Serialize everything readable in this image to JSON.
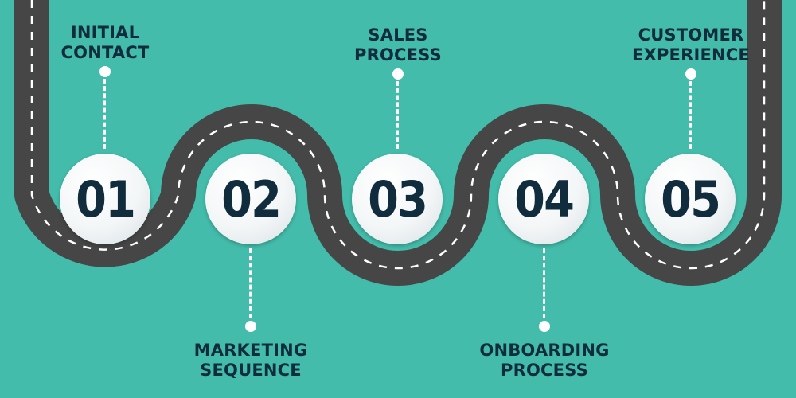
{
  "colors": {
    "background": "#44bcab",
    "road": "#464646",
    "road_marking": "#ffffff",
    "text": "#102c3d"
  },
  "steps": [
    {
      "number": "01",
      "line1": "INITIAL",
      "line2": "CONTACT"
    },
    {
      "number": "02",
      "line1": "MARKETING",
      "line2": "SEQUENCE"
    },
    {
      "number": "03",
      "line1": "SALES",
      "line2": "PROCESS"
    },
    {
      "number": "04",
      "line1": "ONBOARDING",
      "line2": "PROCESS"
    },
    {
      "number": "05",
      "line1": "CUSTOMER",
      "line2": "EXPERIENCE"
    }
  ]
}
